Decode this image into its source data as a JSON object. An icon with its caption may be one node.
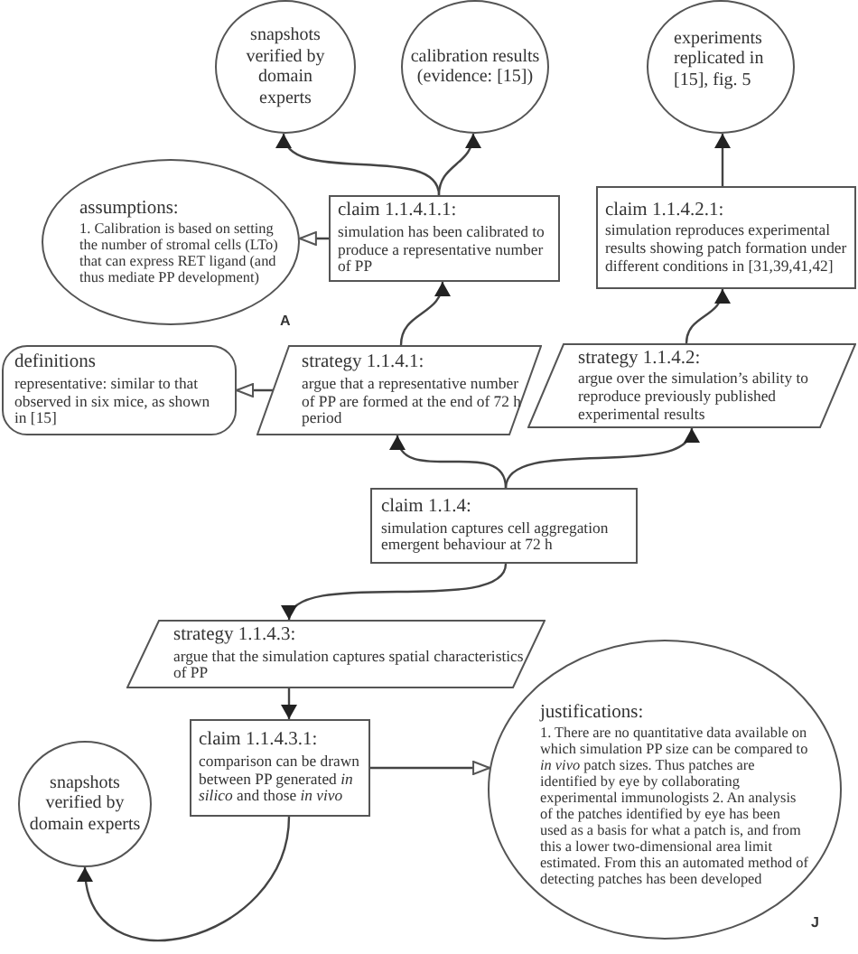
{
  "diagram": {
    "nodes": [
      {
        "text": [
          "snapshots verified by domain experts"
        ]
      },
      {
        "text": [
          "calibration results (evidence: [15])"
        ]
      },
      {
        "text": [
          "experiments replicated in [15], fig. 5"
        ]
      },
      {
        "text": [
          "assumptions:",
          "1. Calibration is based on setting the number of stromal cells (LTo) that can express RET ligand (and thus mediate PP development)"
        ]
      },
      {
        "text": [
          "claim 1.1.4.1.1:",
          "simulation has been calibrated to produce a representative number of PP"
        ]
      },
      {
        "text": [
          "claim 1.1.4.2.1:",
          "simulation reproduces experimental results showing patch formation under different conditions in [31,39,41,42]"
        ]
      },
      {
        "text": [
          "definitions",
          "representative: similar to that observed in six mice, as shown in [15]"
        ]
      },
      {
        "text": [
          "strategy 1.1.4.1:",
          "argue that a representative number of PP are formed at the end of 72 h period"
        ]
      },
      {
        "text": [
          "strategy 1.1.4.2:",
          "argue over the simulation’s ability to reproduce previously published experimental results"
        ]
      },
      {
        "text": [
          "claim 1.1.4:",
          "simulation captures cell aggregation emergent behaviour at 72 h"
        ]
      },
      {
        "text": [
          "strategy 1.1.4.3:",
          "argue that the simulation captures spatial characteristics of PP"
        ]
      },
      {
        "text": [
          "claim 1.1.4.3.1:",
          "comparison can be drawn between PP generated *in silico* and those *in vivo*"
        ]
      },
      {
        "text": [
          "snapshots verified by domain experts"
        ]
      },
      {
        "text": [
          "justifications:",
          "1. There are no quantitative data available on which simulation PP size can be compared to *in vivo* patch sizes. Thus patches are identified by eye by collaborating experimental immunologists 2. An analysis of the patches identified by eye has been used as a basis for what a patch is, and from this a lower two-dimensional area limit estimated. From this an automated method of detecting patches has been developed"
        ]
      }
    ],
    "edges": [
      {
        "from": 4,
        "to": 0,
        "arrow": "to"
      },
      {
        "from": 4,
        "to": 1,
        "arrow": "to"
      },
      {
        "from": 5,
        "to": 2,
        "arrow": "to"
      },
      {
        "from": 4,
        "to": 3,
        "arrow": "to"
      },
      {
        "from": 7,
        "to": 4,
        "arrow": "to"
      },
      {
        "from": 7,
        "to": 6,
        "arrow": "to"
      },
      {
        "from": 8,
        "to": 5,
        "arrow": "to"
      },
      {
        "from": 9,
        "to": 7,
        "arrow": "to"
      },
      {
        "from": 9,
        "to": 8,
        "arrow": "to"
      },
      {
        "from": 9,
        "to": 10,
        "arrow": "to"
      },
      {
        "from": 10,
        "to": 11,
        "arrow": "to"
      },
      {
        "from": 11,
        "to": 13,
        "arrow": "to"
      },
      {
        "from": 11,
        "to": 12,
        "arrow": "to"
      }
    ],
    "labels": [
      "A",
      "J"
    ]
  }
}
